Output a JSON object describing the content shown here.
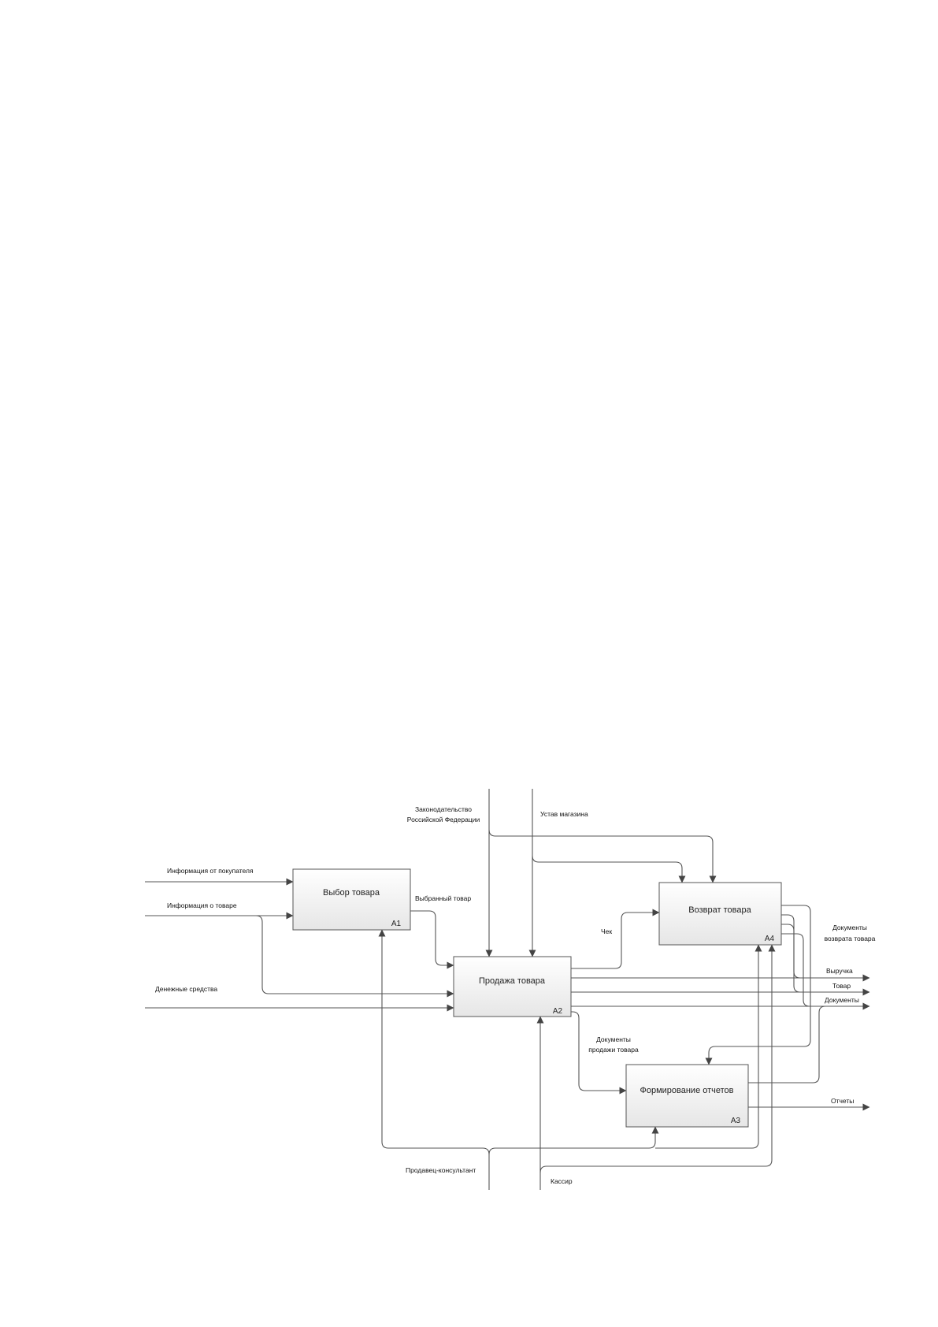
{
  "diagram": {
    "boxes": {
      "a1": {
        "title": "Выбор товара",
        "id": "A1"
      },
      "a2": {
        "title": "Продажа товара",
        "id": "A2"
      },
      "a3": {
        "title": "Формирование отчетов",
        "id": "A3"
      },
      "a4": {
        "title": "Возврат товара",
        "id": "A4"
      }
    },
    "labels": {
      "legislation_1": "Законодательство",
      "legislation_2": "Российской Федерации",
      "charter": "Устав магазина",
      "info_customer": "Информация от покупателя",
      "info_product": "Информация о товаре",
      "money": "Денежные средства",
      "selected_product": "Выбранный товар",
      "receipt": "Чек",
      "return_docs_1": "Документы",
      "return_docs_2": "возврата товара",
      "revenue": "Выручка",
      "product": "Товар",
      "documents": "Документы",
      "sale_docs_1": "Документы",
      "sale_docs_2": "продажи товара",
      "reports": "Отчеты",
      "consultant": "Продавец-консультант",
      "cashier": "Кассир"
    }
  }
}
